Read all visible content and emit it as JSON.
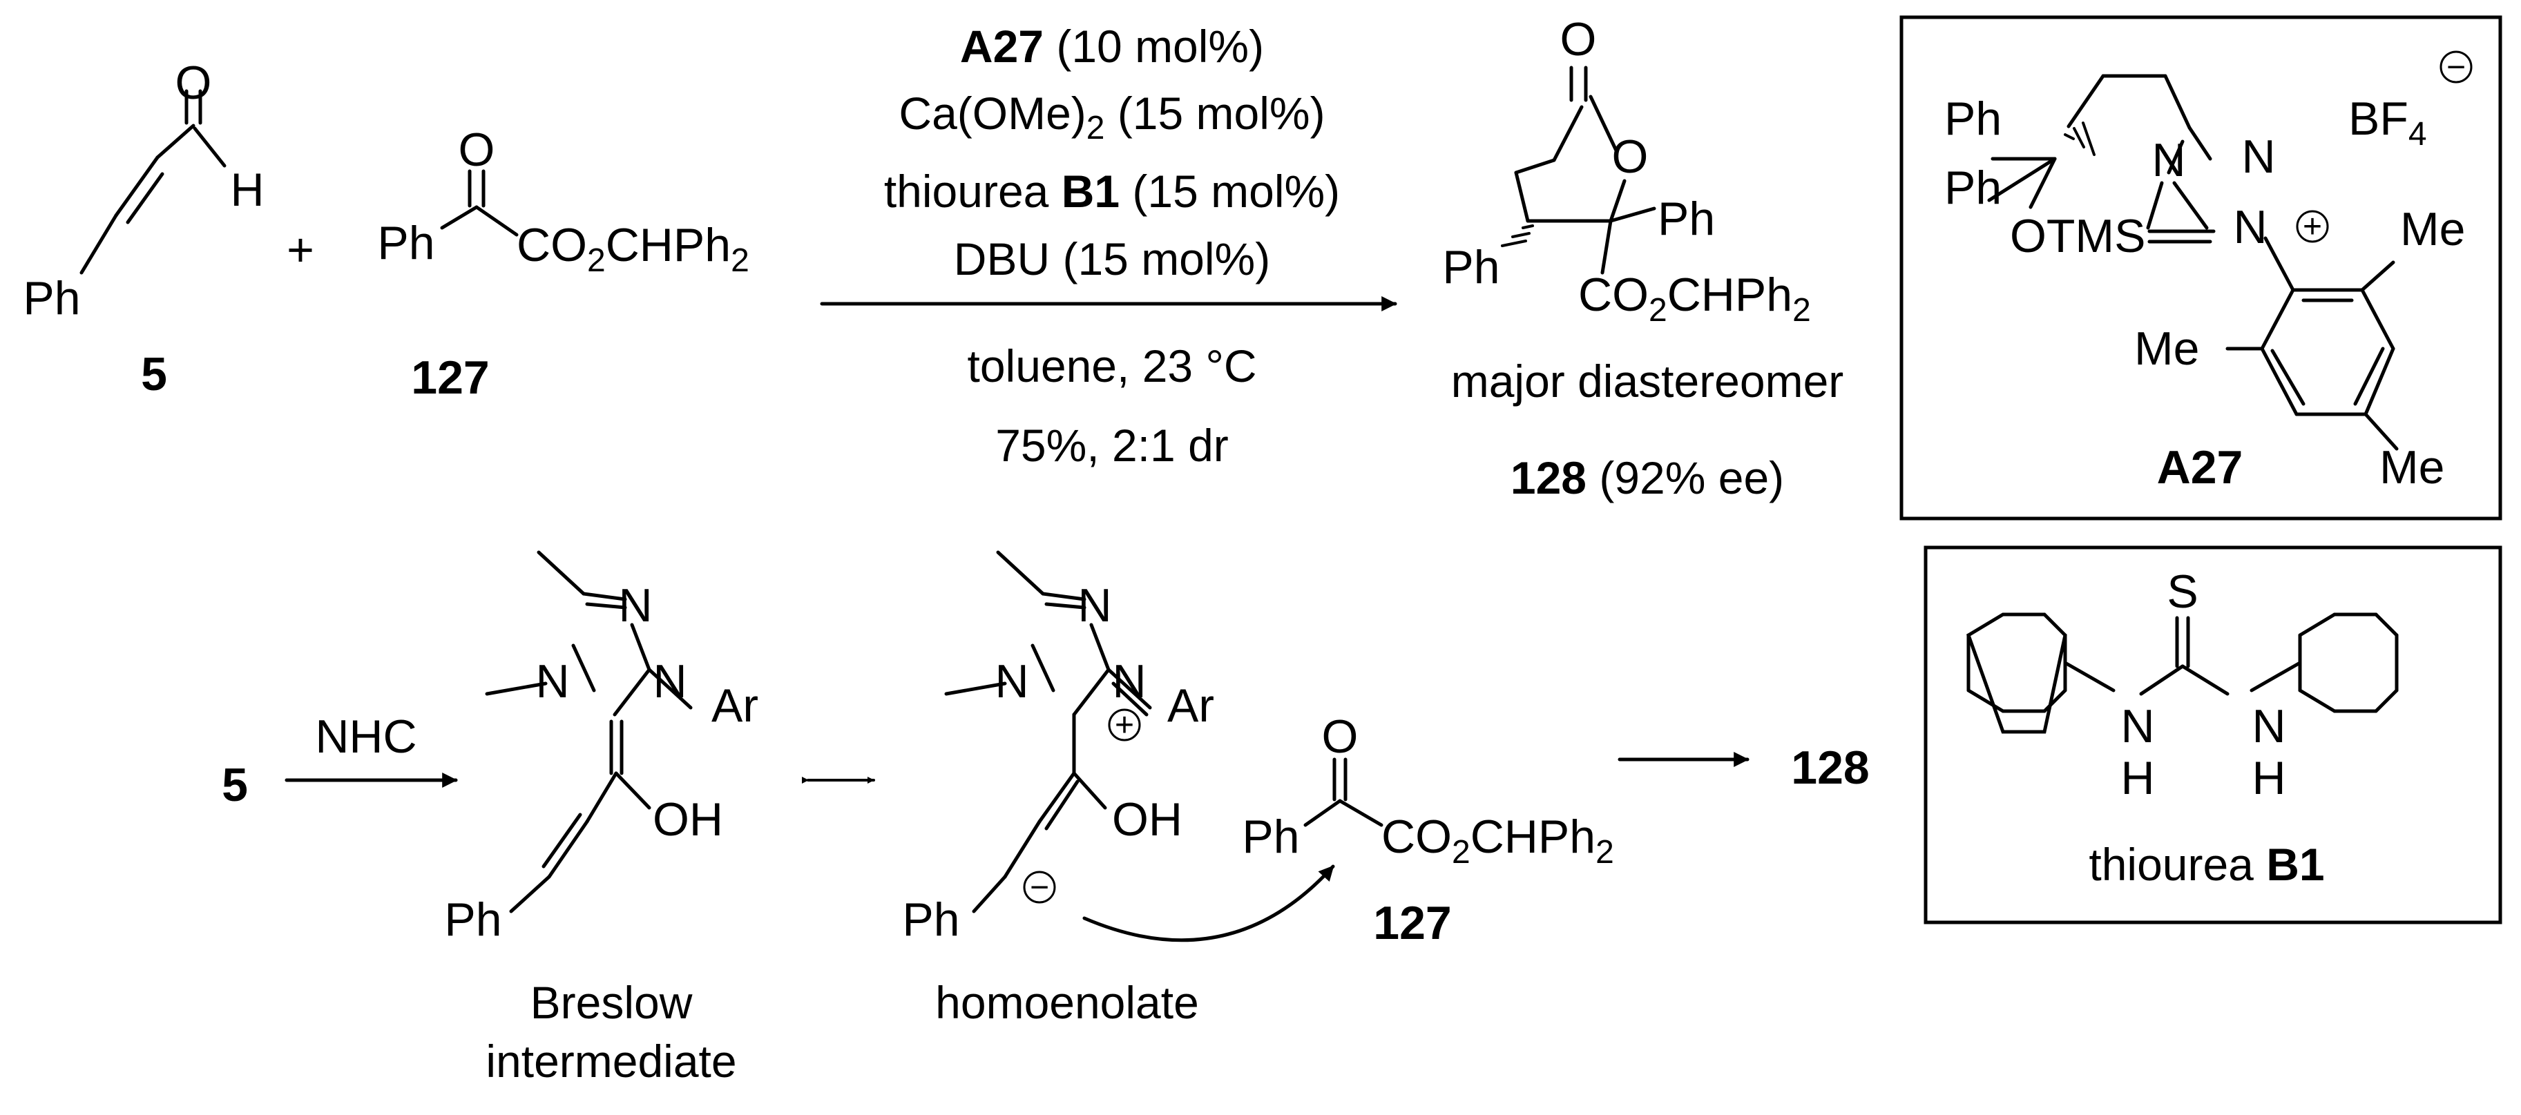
{
  "scheme": {
    "reactant1": {
      "id": "5",
      "atoms": {
        "O": "O",
        "H": "H",
        "Ph": "Ph"
      }
    },
    "reactant2": {
      "id": "127",
      "atoms": {
        "O": "O",
        "Ph": "Ph",
        "ester": "CO",
        "ester_sub": "2",
        "ester_tail": "CHPh",
        "ester_tail_sub": "2"
      }
    },
    "plus": "+",
    "conditions": {
      "l1_bold": "A27",
      "l1_rest": " (10 mol%)",
      "l2_a": "Ca(OMe)",
      "l2_sub": "2",
      "l2_b": " (15 mol%)",
      "l3_a": "thiourea ",
      "l3_bold": "B1",
      "l3_b": " (15 mol%)",
      "l4": "DBU (15 mol%)",
      "l5": "toluene, 23 °C",
      "l6": "75%, 2:1 dr"
    },
    "product": {
      "caption": "major diastereomer",
      "id": "128",
      "ee": " (92% ee)",
      "atoms": {
        "O1": "O",
        "O2": "O",
        "Ph1": "Ph",
        "Ph2": "Ph",
        "ester": "CO",
        "ester_sub": "2",
        "ester_tail": "CHPh",
        "ester_tail_sub": "2"
      }
    },
    "catalyst_box": {
      "name": "A27",
      "atoms": {
        "Ph1": "Ph",
        "Ph2": "Ph",
        "OTMS": "OTMS",
        "N1": "N",
        "N2": "N",
        "N3": "N",
        "BF": "BF",
        "BF_sub": "4",
        "Me1": "Me",
        "Me2": "Me",
        "Me3": "Me",
        "plus": "+",
        "minus": "−"
      }
    },
    "thiourea_box": {
      "name_a": "thiourea ",
      "name_bold": "B1",
      "atoms": {
        "S": "S",
        "N1": "N",
        "H1": "H",
        "N2": "N",
        "H2": "H"
      }
    },
    "mechanism": {
      "start": "5",
      "reagent": "NHC",
      "breslow": {
        "label_l1": "Breslow",
        "label_l2": "intermediate",
        "atoms": {
          "N1": "N",
          "N2": "N",
          "N3": "N",
          "Ar": "Ar",
          "OH": "OH",
          "Ph": "Ph"
        }
      },
      "homoenolate": {
        "label": "homoenolate",
        "atoms": {
          "N1": "N",
          "N2": "N",
          "N3": "N",
          "Ar": "Ar",
          "OH": "OH",
          "Ph": "Ph",
          "plus": "+",
          "minus": "−"
        }
      },
      "electrophile": {
        "id": "127",
        "atoms": {
          "O": "O",
          "Ph": "Ph",
          "ester": "CO",
          "ester_sub": "2",
          "ester_tail": "CHPh",
          "ester_tail_sub": "2"
        }
      },
      "end": "128"
    }
  }
}
